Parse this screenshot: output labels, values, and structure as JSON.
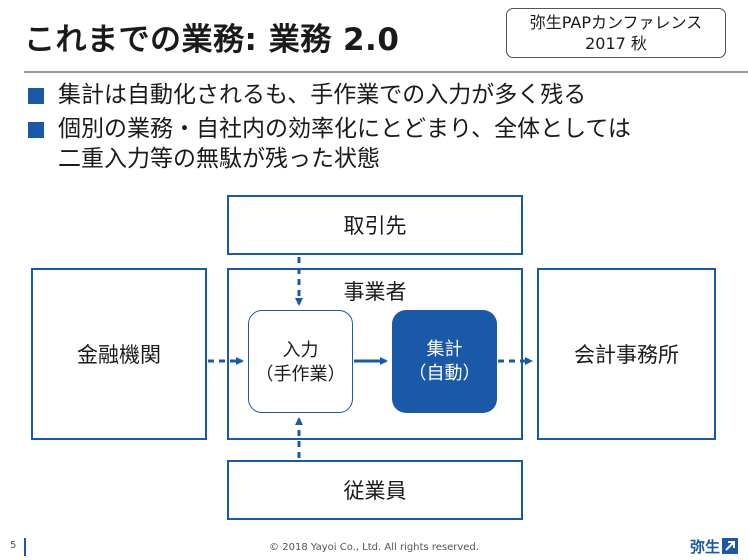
{
  "header": {
    "title": "これまでの業務: 業務 2.0",
    "conference_line1": "弥生PAPカンファレンス",
    "conference_line2": "2017 秋"
  },
  "bullets": [
    {
      "lines": [
        "集計は自動化されるも、手作業での入力が多く残る"
      ]
    },
    {
      "lines": [
        "個別の業務・自社内の効率化にとどまり、全体としては",
        "二重入力等の無駄が残った状態"
      ]
    }
  ],
  "diagram": {
    "supplier": "取引先",
    "business": "事業者",
    "bank": "金融機関",
    "accounting_firm": "会計事務所",
    "employee": "従業員",
    "input_line1": "入力",
    "input_line2": "（手作業）",
    "aggregate_line1": "集計",
    "aggregate_line2": "（自動）"
  },
  "footer": {
    "page_number": "5",
    "copyright": "© 2018 Yayoi Co., Ltd.  All rights reserved.",
    "logo_text": "弥生"
  },
  "colors": {
    "accent": "#1a58a8"
  }
}
